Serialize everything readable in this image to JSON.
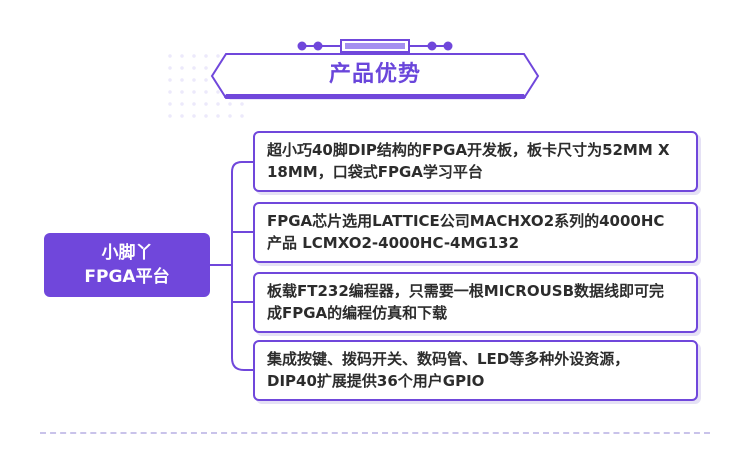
{
  "banner": {
    "title": "产品优势"
  },
  "main_node": {
    "line1": "小脚丫",
    "line2": "FPGA平台"
  },
  "features": [
    {
      "line1": "超小巧40脚DIP结构的FPGA开发板，板卡尺寸为52MM X",
      "line2": "18MM，口袋式FPGA学习平台"
    },
    {
      "line1": "FPGA芯片选用LATTICE公司MACHXO2系列的4000HC",
      "line2": "产品  LCMXO2-4000HC-4MG132"
    },
    {
      "line1": "板载FT232编程器，只需要一根MICROUSB数据线即可完",
      "line2": "成FPGA的编程仿真和下载"
    },
    {
      "line1": "集成按键、拨码开关、数码管、LED等多种外设资源，",
      "line2": "DIP40扩展提供36个用户GPIO"
    }
  ],
  "colors": {
    "accent": "#7047db",
    "banner_fill": "#f3f0fd",
    "shadow": "#e5e1f5"
  }
}
